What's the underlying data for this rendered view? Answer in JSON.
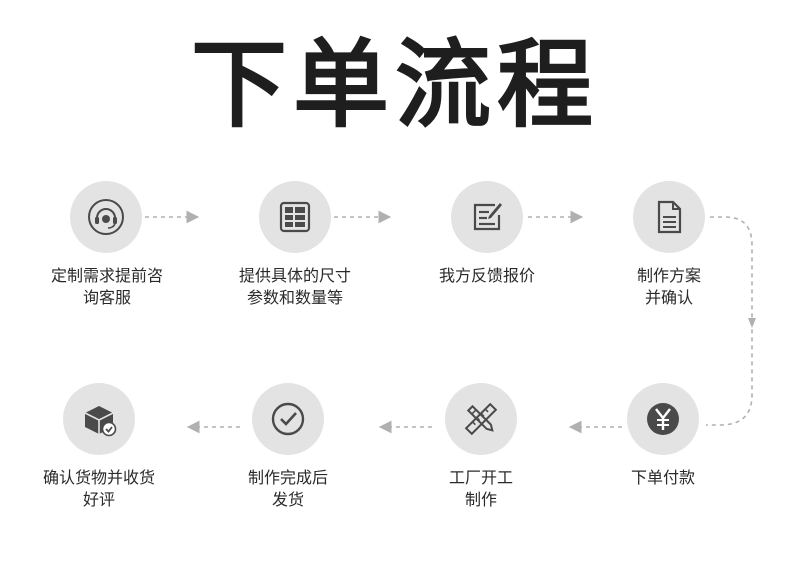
{
  "title": "下单流程",
  "steps": [
    {
      "line1": "定制需求提前咨",
      "line2": "询客服",
      "icon": "customer-service-headset-icon"
    },
    {
      "line1": "提供具体的尺寸",
      "line2": "参数和数量等",
      "icon": "spec-table-icon"
    },
    {
      "line1": "我方反馈报价",
      "line2": "",
      "icon": "edit-document-icon"
    },
    {
      "line1": "制作方案",
      "line2": "并确认",
      "icon": "document-icon"
    },
    {
      "line1": "下单付款",
      "line2": "",
      "icon": "yen-coin-icon"
    },
    {
      "line1": "工厂开工",
      "line2": "制作",
      "icon": "pencil-ruler-icon"
    },
    {
      "line1": "制作完成后",
      "line2": "发货",
      "icon": "check-circle-icon"
    },
    {
      "line1": "确认货物并收货",
      "line2": "好评",
      "icon": "package-check-icon"
    }
  ],
  "colors": {
    "circle_bg": "#e3e3e3",
    "icon": "#4a4a4a",
    "connector": "#b0b0b0"
  }
}
